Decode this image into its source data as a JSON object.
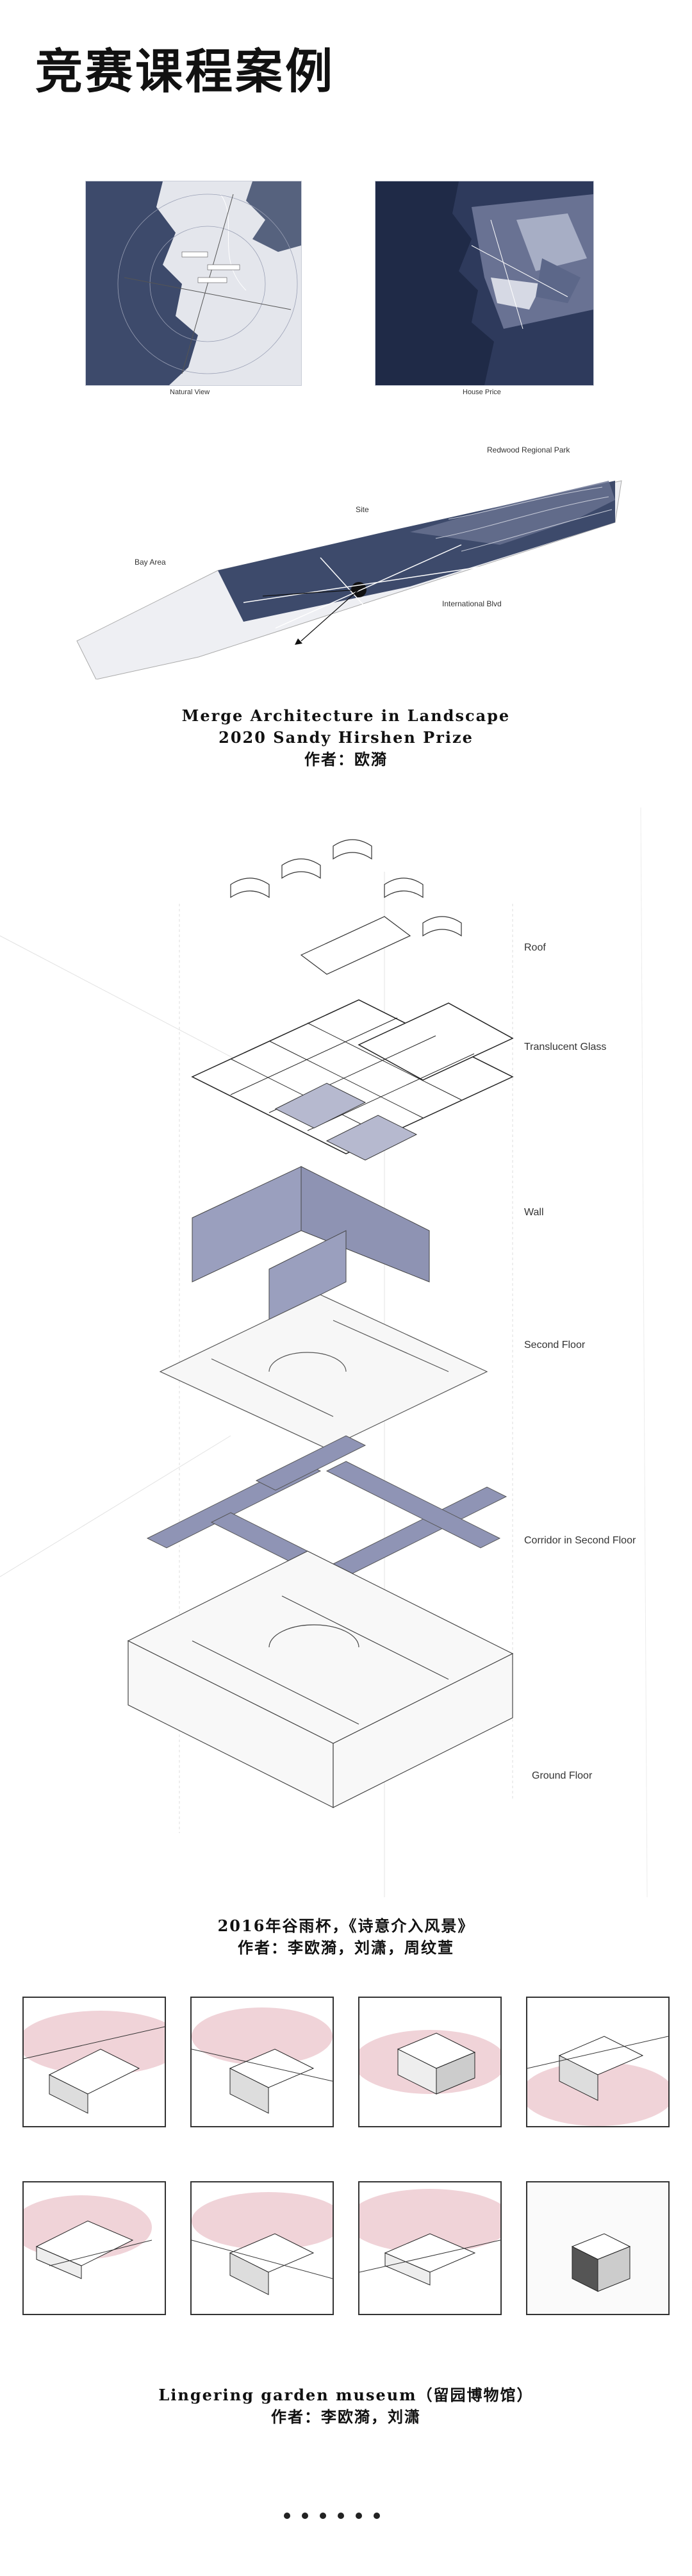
{
  "header": {
    "title": "竞赛课程案例"
  },
  "project1": {
    "map_left_caption": "Natural View",
    "map_right_caption": "House Price",
    "axon_labels": {
      "park": "Redwood Regional Park",
      "site": "Site",
      "bay": "Bay Area",
      "blvd": "International Blvd"
    },
    "caption_line1": "Merge Architecture in Landscape",
    "caption_line2": "2020 Sandy Hirshen Prize",
    "caption_line3": "作者：欧漪"
  },
  "project2": {
    "layers": [
      "Roof",
      "Translucent Glass",
      "Wall",
      "Second Floor",
      "Corridor in Second Floor",
      "Ground Floor"
    ],
    "caption_line1": "2016年谷雨杯，《诗意介入风景》",
    "caption_line2": "作者：李欧漪，刘潇，周纹萱"
  },
  "project3": {
    "caption_line1": "Lingering garden museum（留园博物馆）",
    "caption_line2": "作者：李欧漪，刘潇"
  },
  "colors": {
    "accent": "#8e93b3",
    "navy": "#3d4a6b",
    "pink": "#f0d3d8"
  },
  "pagination": {
    "count": 6
  }
}
